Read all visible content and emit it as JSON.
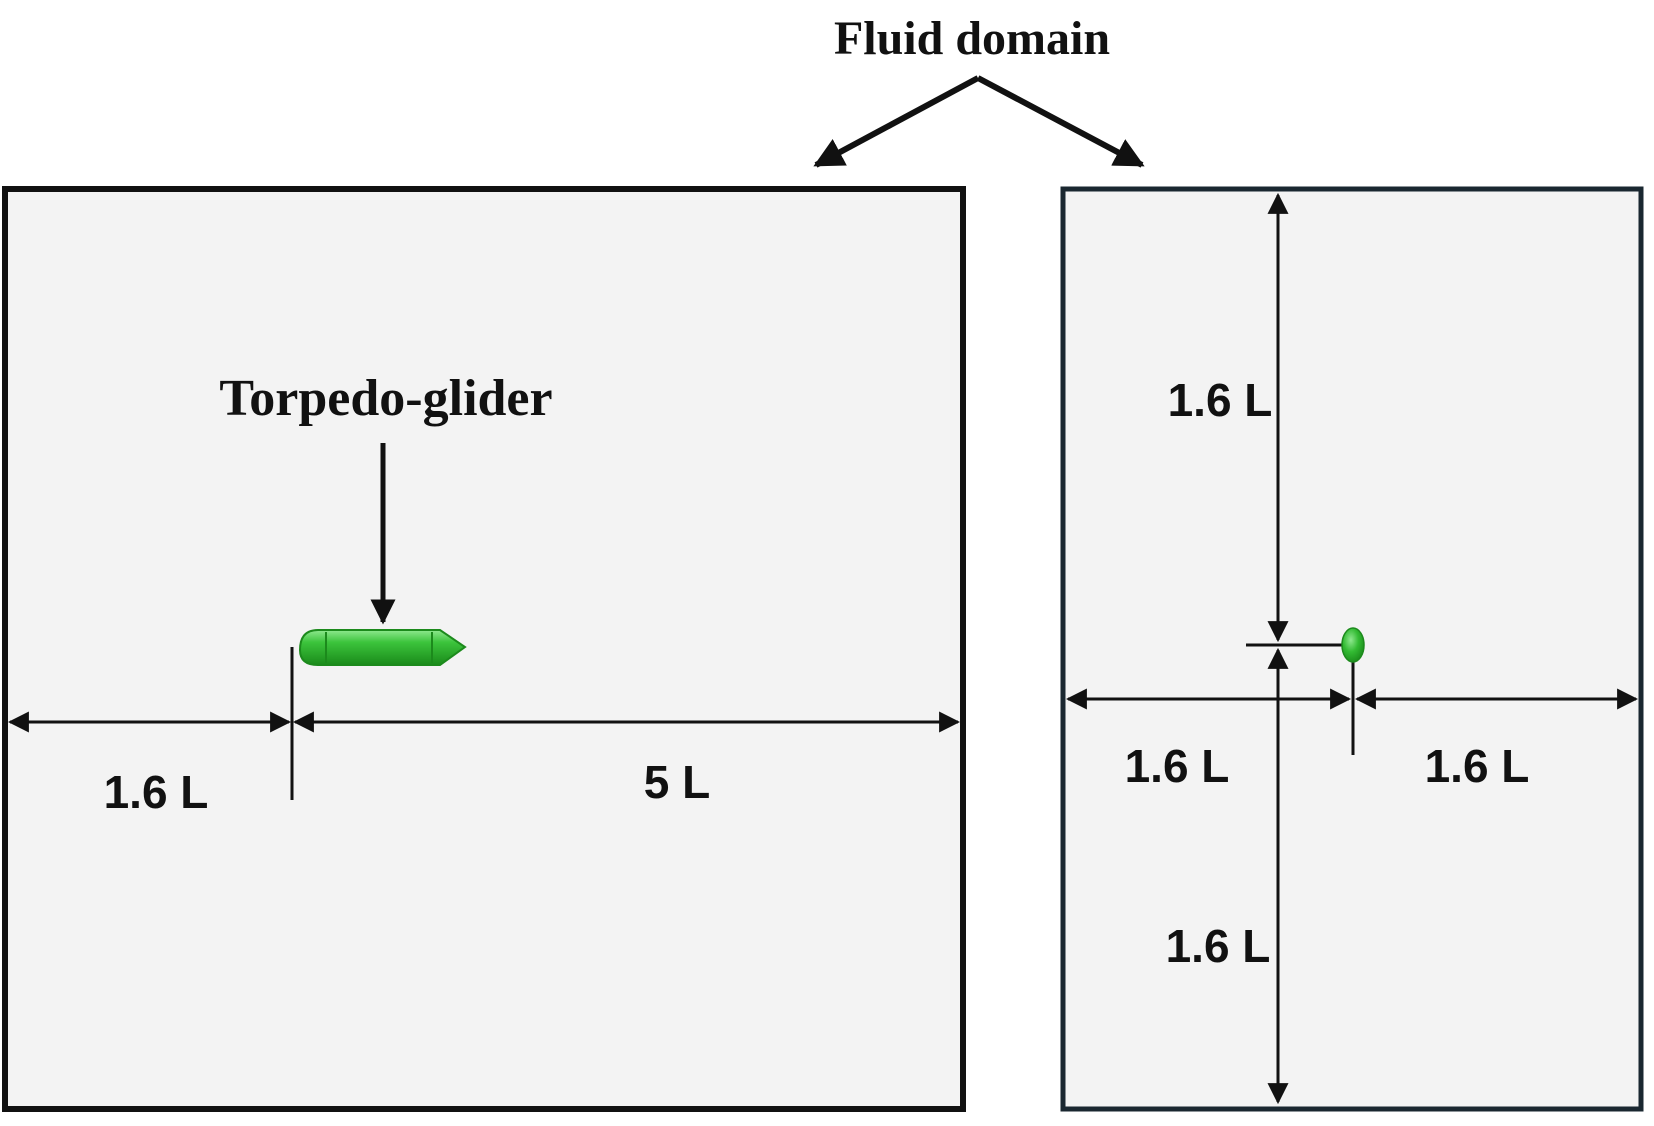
{
  "labels": {
    "fluid_domain": "Fluid domain",
    "torpedo_glider": "Torpedo-glider"
  },
  "side_view": {
    "upstream_length": "1.6 L",
    "downstream_length": "5 L"
  },
  "front_view": {
    "top_distance": "1.6 L",
    "bottom_distance": "1.6 L",
    "left_distance": "1.6 L",
    "right_distance": "1.6 L"
  },
  "colors": {
    "domain_fill": "#f3f3f3",
    "outline": "#111111",
    "body_green": "#2fb52f",
    "body_green_dark": "#1c8a1c",
    "body_green_light": "#6fdc6f"
  }
}
